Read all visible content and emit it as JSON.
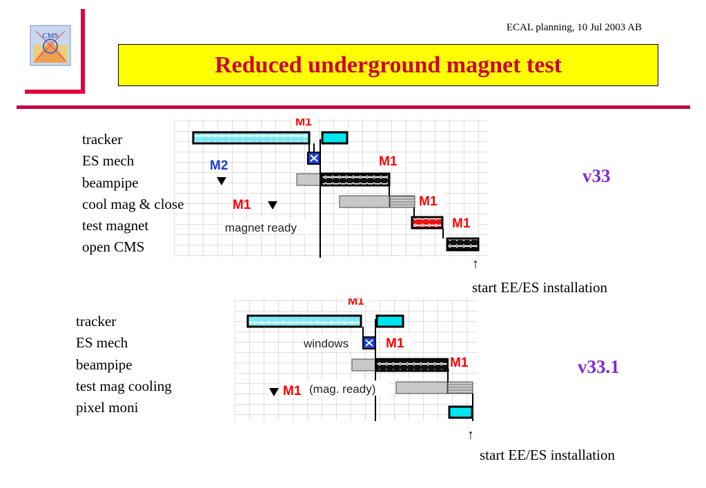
{
  "header": {
    "note": "ECAL planning, 10 Jul  2003 AB",
    "title": "Reduced underground magnet test"
  },
  "section1": {
    "labels": [
      "tracker",
      "ES mech",
      "beampipe",
      "cool mag & close",
      "test magnet",
      "open CMS"
    ],
    "version": "v33",
    "gantt": {
      "milestones": [
        "M1",
        "M2",
        "M1",
        "M1",
        "M1",
        "M1"
      ],
      "note": "magnet ready"
    },
    "annotation": "start EE/ES installation"
  },
  "section2": {
    "labels": [
      "tracker",
      "ES mech",
      "beampipe",
      "test mag cooling",
      "pixel moni"
    ],
    "version": "v33.1",
    "gantt": {
      "milestones": [
        "M1",
        "M1",
        "M1",
        "M1"
      ],
      "windows": "windows",
      "note": "(mag. ready)"
    },
    "annotation": "start EE/ES installation"
  },
  "colors": {
    "accent_red": "#e0003c",
    "title_bg": "#ffff00",
    "title_text": "#cc0033",
    "version_text": "#7a2bd8",
    "bar_cyan": "#00e5f0",
    "milestone_red": "#ff0000",
    "milestone_blue": "#1a3fd0"
  },
  "icons": {
    "logo": "cms-logo",
    "milestone": "down-triangle-icon",
    "arrow": "up-arrow-icon"
  }
}
